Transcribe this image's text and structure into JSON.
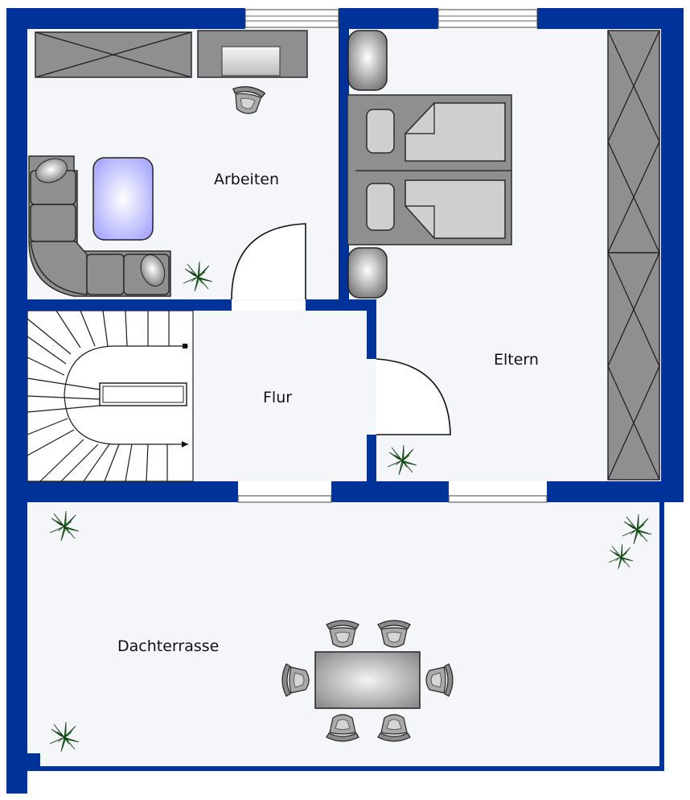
{
  "colors": {
    "wall": "#003399",
    "floor": "#f5f6fa",
    "furniture": "#8f8f8f",
    "furniture_light": "#cfcfcf",
    "plant": "#2e9e2e"
  },
  "rooms": {
    "arbeiten": "Arbeiten",
    "eltern": "Eltern",
    "flur": "Flur",
    "dachterrasse": "Dachterrasse"
  }
}
